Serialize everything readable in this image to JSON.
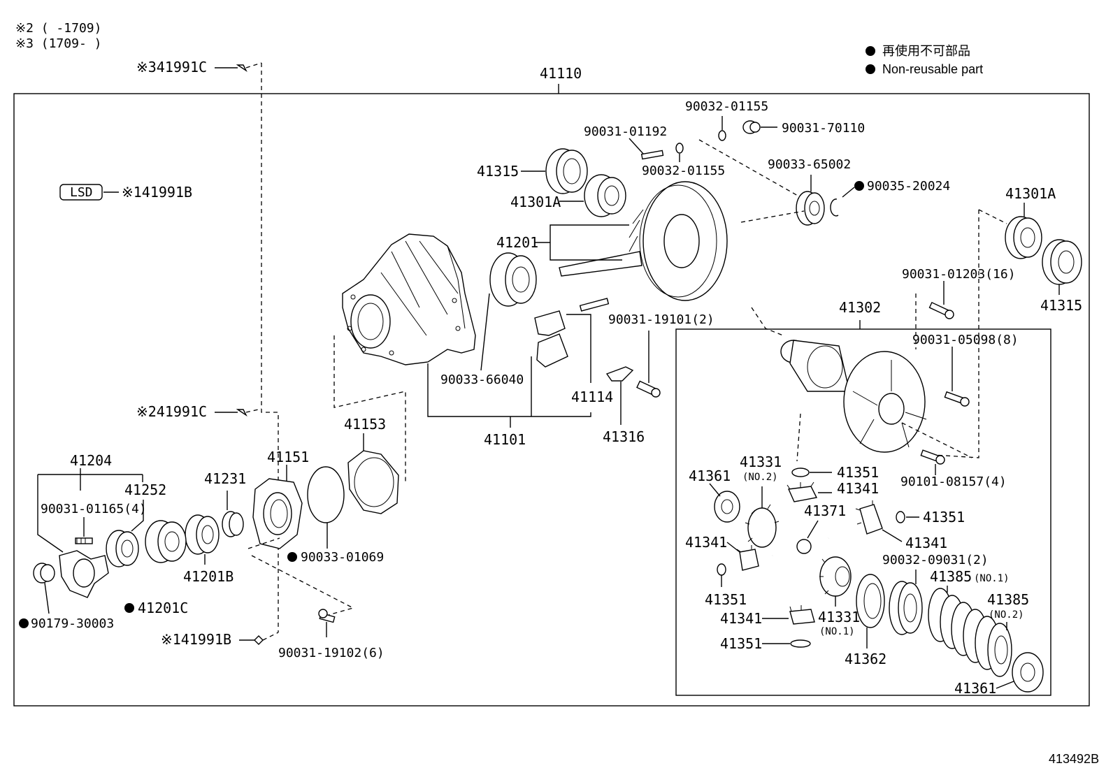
{
  "notes": {
    "note2": "※2 (      -1709)",
    "note3": "※3 (1709-      )"
  },
  "legend": {
    "jp": "再使用不可部品",
    "en": "Non-reusable part"
  },
  "lsd": {
    "tag": "LSD",
    "ref": "※141991B"
  },
  "figure_id": "413492B",
  "labels": {
    "p41110": "41110",
    "p41991C_top": "※341991C",
    "p41991C_mid": "※241991C",
    "p41991B_bot": "※141991B",
    "p90032_01155_a": "90032-01155",
    "p90031_70110": "90031-70110",
    "p90031_01192": "90031-01192",
    "p90032_01155_b": "90032-01155",
    "p41315_left": "41315",
    "p90033_65002": "90033-65002",
    "p90035_20024": "90035-20024",
    "p41301A_left": "41301A",
    "p41301A_right": "41301A",
    "p41201": "41201",
    "p90031_01203": "90031-01203(16)",
    "p41315_right": "41315",
    "p90031_19101": "90031-19101(2)",
    "p41302": "41302",
    "p90031_05098": "90031-05098(8)",
    "p90033_66040": "90033-66040",
    "p41114": "41114",
    "p41153": "41153",
    "p41101": "41101",
    "p41316": "41316",
    "p41204": "41204",
    "p41151": "41151",
    "p41231": "41231",
    "p41252": "41252",
    "p90031_01165": "90031-01165(4)",
    "p41201B": "41201B",
    "p90033_01069": "90033-01069",
    "p41201C": "41201C",
    "p90179_30003": "90179-30003",
    "p90031_19102": "90031-19102(6)",
    "p41361_a": "41361",
    "p41331_no2": "41331",
    "no2": "(NO.2)",
    "p41351_a": "41351",
    "p41341_a": "41341",
    "p90101_08157": "90101-08157(4)",
    "p41371": "41371",
    "p41351_b": "41351",
    "p41341_b": "41341",
    "p41341_c": "41341",
    "p90032_09031": "90032-09031(2)",
    "p41385_a": "41385",
    "no1_a": "(NO.1)",
    "p41385_b": "41385",
    "no2_b": "(NO.2)",
    "p41351_c": "41351",
    "p41341_d": "41341",
    "p41331_no1": "41331",
    "no1_b": "(NO.1)",
    "p41351_d": "41351",
    "p41362": "41362",
    "p41361_b": "41361"
  }
}
